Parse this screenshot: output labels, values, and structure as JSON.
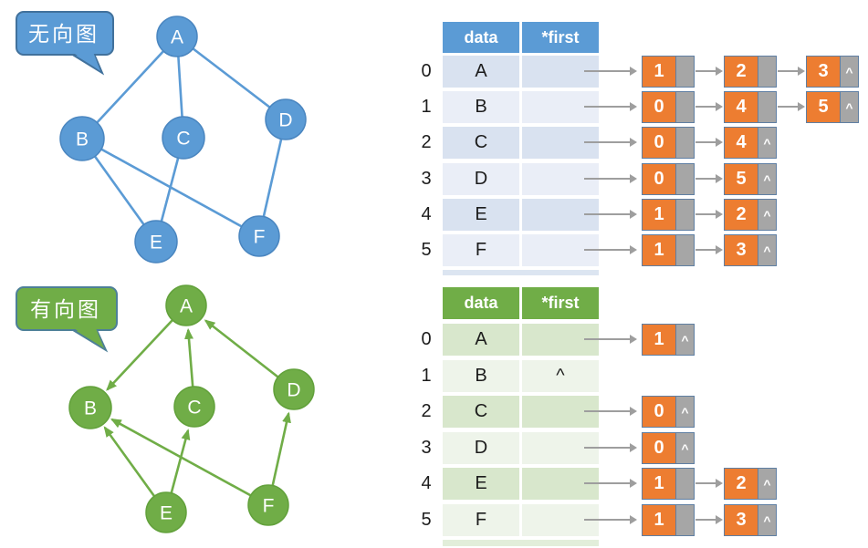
{
  "undirected": {
    "bubble_label": "无向图",
    "node_labels": [
      "A",
      "B",
      "C",
      "D",
      "E",
      "F"
    ],
    "edges": [
      "A-B",
      "A-C",
      "A-D",
      "B-E",
      "B-F",
      "C-E",
      "D-F"
    ],
    "header": {
      "data": "data",
      "first": "*first"
    },
    "rows": [
      {
        "index": "0",
        "data": "A",
        "first": ""
      },
      {
        "index": "1",
        "data": "B",
        "first": ""
      },
      {
        "index": "2",
        "data": "C",
        "first": ""
      },
      {
        "index": "3",
        "data": "D",
        "first": ""
      },
      {
        "index": "4",
        "data": "E",
        "first": ""
      },
      {
        "index": "5",
        "data": "F",
        "first": ""
      }
    ],
    "lists": [
      [
        {
          "v": "1",
          "p": ""
        },
        {
          "v": "2",
          "p": ""
        },
        {
          "v": "3",
          "p": "^"
        }
      ],
      [
        {
          "v": "0",
          "p": ""
        },
        {
          "v": "4",
          "p": ""
        },
        {
          "v": "5",
          "p": "^"
        }
      ],
      [
        {
          "v": "0",
          "p": ""
        },
        {
          "v": "4",
          "p": "^"
        }
      ],
      [
        {
          "v": "0",
          "p": ""
        },
        {
          "v": "5",
          "p": "^"
        }
      ],
      [
        {
          "v": "1",
          "p": ""
        },
        {
          "v": "2",
          "p": "^"
        }
      ],
      [
        {
          "v": "1",
          "p": ""
        },
        {
          "v": "3",
          "p": "^"
        }
      ]
    ]
  },
  "directed": {
    "bubble_label": "有向图",
    "node_labels": [
      "A",
      "B",
      "C",
      "D",
      "E",
      "F"
    ],
    "edges": [
      "A→B",
      "C→A",
      "D→A",
      "E→B",
      "E→C",
      "F→B",
      "F→D"
    ],
    "header": {
      "data": "data",
      "first": "*first"
    },
    "rows": [
      {
        "index": "0",
        "data": "A",
        "first": ""
      },
      {
        "index": "1",
        "data": "B",
        "first": "^"
      },
      {
        "index": "2",
        "data": "C",
        "first": ""
      },
      {
        "index": "3",
        "data": "D",
        "first": ""
      },
      {
        "index": "4",
        "data": "E",
        "first": ""
      },
      {
        "index": "5",
        "data": "F",
        "first": ""
      }
    ],
    "lists": [
      [
        {
          "v": "1",
          "p": "^"
        }
      ],
      [],
      [
        {
          "v": "0",
          "p": "^"
        }
      ],
      [
        {
          "v": "0",
          "p": "^"
        }
      ],
      [
        {
          "v": "1",
          "p": ""
        },
        {
          "v": "2",
          "p": "^"
        }
      ],
      [
        {
          "v": "1",
          "p": ""
        },
        {
          "v": "3",
          "p": "^"
        }
      ]
    ]
  },
  "colors": {
    "blue": "#5b9bd5",
    "blue_border": "#41719c",
    "green": "#70ad47",
    "green_border": "#4d7f98",
    "orange": "#ed7d31",
    "pointer_gray": "#a6a6a6",
    "arrow_gray": "#9e9e9e",
    "blue_row_dark": "#d9e2f0",
    "blue_row_light": "#eaeef7",
    "green_row_dark": "#d8e7cc",
    "green_row_light": "#eef4ea"
  }
}
